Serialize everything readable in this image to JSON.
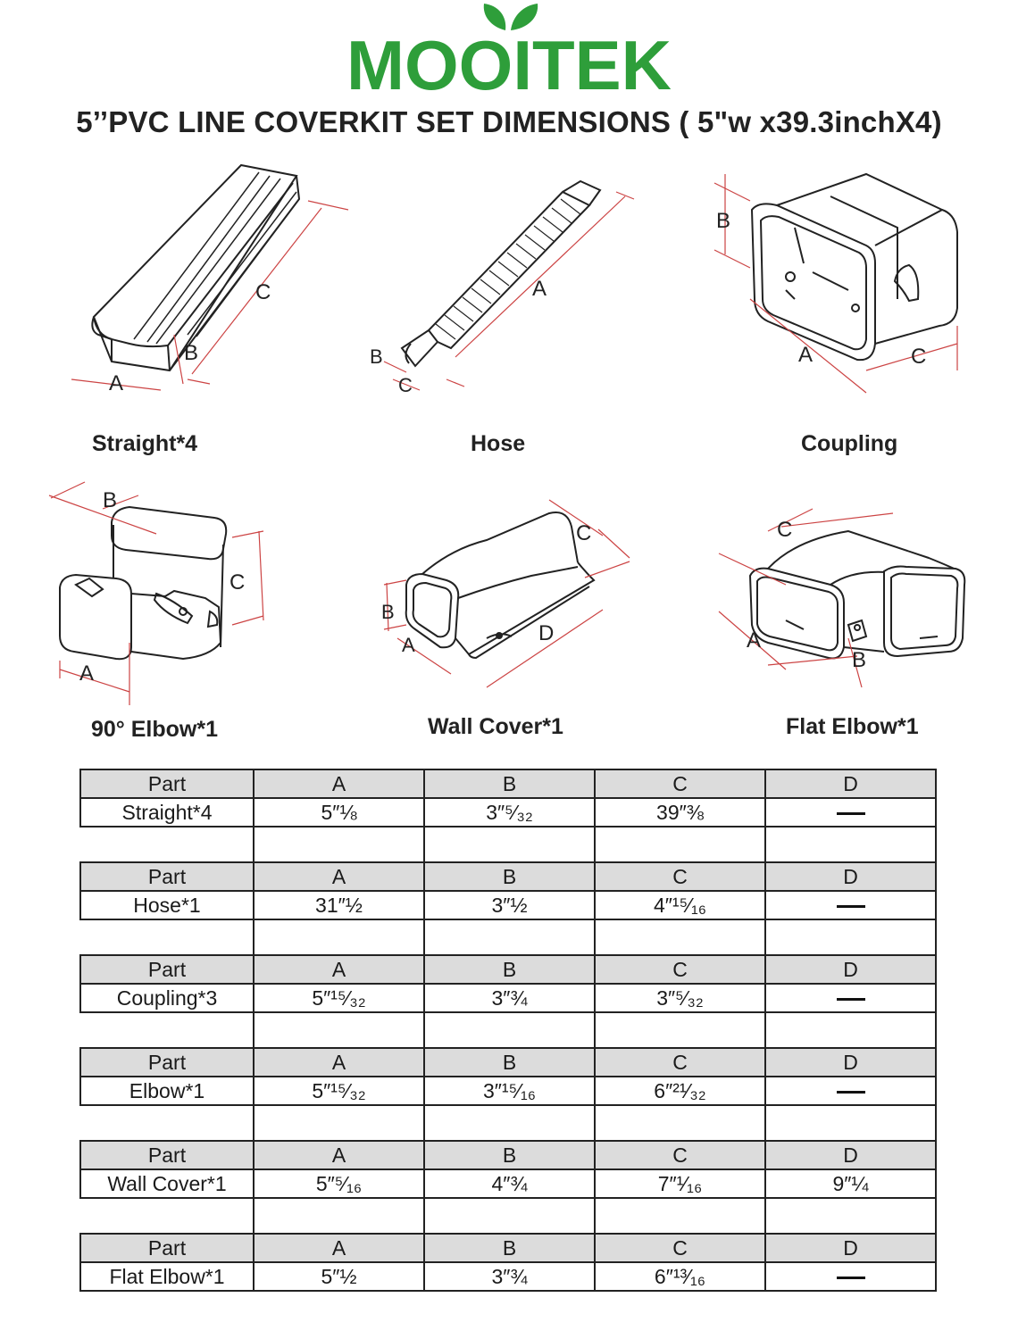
{
  "brand": {
    "name": "MOOITEK",
    "color": "#2e9e3a"
  },
  "headline": "5’’PVC LINE COVERKIT SET DIMENSIONS ( 5\"w x39.3inchX4)",
  "parts": [
    {
      "caption": "Straight*4",
      "labels": [
        "A",
        "B",
        "C"
      ]
    },
    {
      "caption": "Hose",
      "labels": [
        "A",
        "B",
        "C"
      ]
    },
    {
      "caption": "Coupling",
      "labels": [
        "A",
        "B",
        "C"
      ]
    },
    {
      "caption": "90° Elbow*1",
      "labels": [
        "A",
        "B",
        "C"
      ]
    },
    {
      "caption": "Wall Cover*1",
      "labels": [
        "A",
        "B",
        "C",
        "D"
      ]
    },
    {
      "caption": "Flat Elbow*1",
      "labels": [
        "A",
        "B",
        "C"
      ]
    }
  ],
  "table": {
    "header": [
      "Part",
      "A",
      "B",
      "C",
      "D"
    ],
    "dash_symbol": "—",
    "rows": [
      {
        "part": "Straight*4",
        "a": "5″⅛",
        "b": "3″⁵⁄₃₂",
        "c": "39″⅜",
        "d": "—"
      },
      {
        "part": "Hose*1",
        "a": "31″½",
        "b": "3″½",
        "c": "4″¹⁵⁄₁₆",
        "d": "—"
      },
      {
        "part": "Coupling*3",
        "a": "5″¹⁵⁄₃₂",
        "b": "3″¾",
        "c": "3″⁵⁄₃₂",
        "d": "—"
      },
      {
        "part": "Elbow*1",
        "a": "5″¹⁵⁄₃₂",
        "b": "3″¹⁵⁄₁₆",
        "c": "6″²¹⁄₃₂",
        "d": "—"
      },
      {
        "part": "Wall Cover*1",
        "a": "5″⁵⁄₁₆",
        "b": "4″¾",
        "c": "7″¹⁄₁₆",
        "d": "9″¼"
      },
      {
        "part": "Flat Elbow*1",
        "a": "5″½",
        "b": "3″¾",
        "c": "6″¹³⁄₁₆",
        "d": "—"
      }
    ]
  }
}
